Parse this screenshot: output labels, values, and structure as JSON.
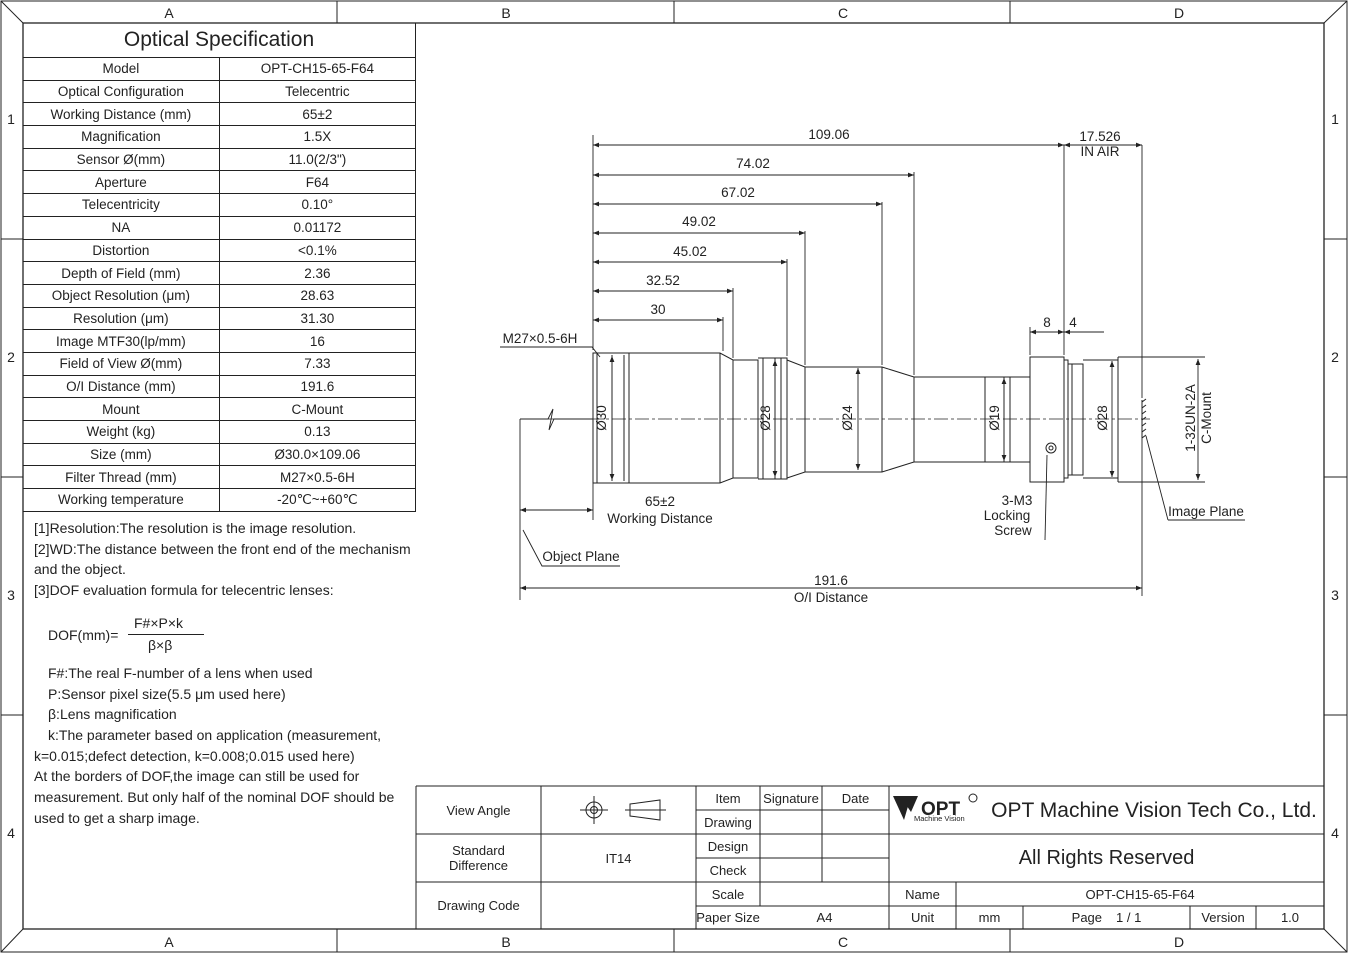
{
  "frame": {
    "col_labels": [
      "A",
      "B",
      "C",
      "D"
    ],
    "row_labels": [
      "1",
      "2",
      "3",
      "4"
    ]
  },
  "spec": {
    "title": "Optical Specification",
    "rows": [
      {
        "k": "Model",
        "v": "OPT-CH15-65-F64"
      },
      {
        "k": "Optical Configuration",
        "v": "Telecentric"
      },
      {
        "k": "Working Distance (mm)",
        "v": "65±2"
      },
      {
        "k": "Magnification",
        "v": "1.5X"
      },
      {
        "k": "Sensor Ø(mm)",
        "v": "11.0(2/3\")"
      },
      {
        "k": "Aperture",
        "v": "F64"
      },
      {
        "k": "Telecentricity",
        "v": "0.10°"
      },
      {
        "k": "NA",
        "v": "0.01172"
      },
      {
        "k": "Distortion",
        "v": "<0.1%"
      },
      {
        "k": "Depth of Field (mm)",
        "v": "2.36"
      },
      {
        "k": "Object Resolution (μm)",
        "v": "28.63"
      },
      {
        "k": "Resolution (μm)",
        "v": "31.30"
      },
      {
        "k": "Image MTF30(lp/mm)",
        "v": "16"
      },
      {
        "k": "Field of View Ø(mm)",
        "v": "7.33"
      },
      {
        "k": "O/I Distance (mm)",
        "v": "191.6"
      },
      {
        "k": "Mount",
        "v": "C-Mount"
      },
      {
        "k": "Weight (kg)",
        "v": "0.13"
      },
      {
        "k": "Size (mm)",
        "v": "Ø30.0×109.06"
      },
      {
        "k": "Filter Thread (mm)",
        "v": "M27×0.5-6H"
      },
      {
        "k": "Working temperature",
        "v": "-20℃~+60℃"
      }
    ]
  },
  "notes": {
    "n1": "[1]Resolution:The resolution is the image resolution.",
    "n2": "[2]WD:The distance between the front end of the mechanism",
    "n2b": "and the object.",
    "n3": "[3]DOF evaluation formula for telecentric lenses:",
    "formula_left": "DOF(mm)=",
    "formula_num": "F#×P×k",
    "formula_den": "β×β",
    "f1": "F#:The real F-number of a lens when used",
    "f2": "P:Sensor pixel size(5.5 μm used here)",
    "f3": "β:Lens magnification",
    "f4": "k:The parameter based on application (measurement,",
    "f4b": "k=0.015;defect detection, k=0.008;0.015 used here)",
    "f5": "At the borders of DOF,the image can still be used for",
    "f5b": "measurement. But only half of the nominal DOF should be",
    "f5c": "used to get a sharp image."
  },
  "drawing": {
    "dims_horizontal": [
      "109.06",
      "74.02",
      "67.02",
      "49.02",
      "45.02",
      "32.52",
      "30"
    ],
    "dim_in_air": "17.526",
    "in_air_label": "IN AIR",
    "dim_8": "8",
    "dim_4": "4",
    "thread_callout": "M27×0.5-6H",
    "dia_30": "Ø30",
    "dia_28a": "Ø28",
    "dia_24": "Ø24",
    "dia_19": "Ø19",
    "dia_28b": "Ø28",
    "mount_thread": "1-32UN-2A",
    "mount_name": "C-Mount",
    "wd_value": "65±2",
    "wd_label": "Working Distance",
    "screw_1": "3-M3",
    "screw_2": "Locking",
    "screw_3": "Screw",
    "image_plane": "Image Plane",
    "object_plane": "Object Plane",
    "oi_value": "191.6",
    "oi_label": "O/I Distance"
  },
  "title_block": {
    "view_angle": "View Angle",
    "std_diff_1": "Standard",
    "std_diff_2": "Difference",
    "std_diff_value": "IT14",
    "drawing_code": "Drawing Code",
    "item": "Item",
    "signature": "Signature",
    "date": "Date",
    "drawing": "Drawing",
    "design": "Design",
    "check": "Check",
    "scale": "Scale",
    "paper_size": "Paper Size",
    "paper_value": "A4",
    "logo_text": "OPT",
    "logo_sub": "Machine Vision",
    "company": "OPT Machine Vision Tech Co., Ltd.",
    "rights": "All Rights Reserved",
    "name_label": "Name",
    "name_value": "OPT-CH15-65-F64",
    "unit_label": "Unit",
    "unit_value": "mm",
    "page_label": "Page",
    "page_value": "1 / 1",
    "version_label": "Version",
    "version_value": "1.0"
  }
}
